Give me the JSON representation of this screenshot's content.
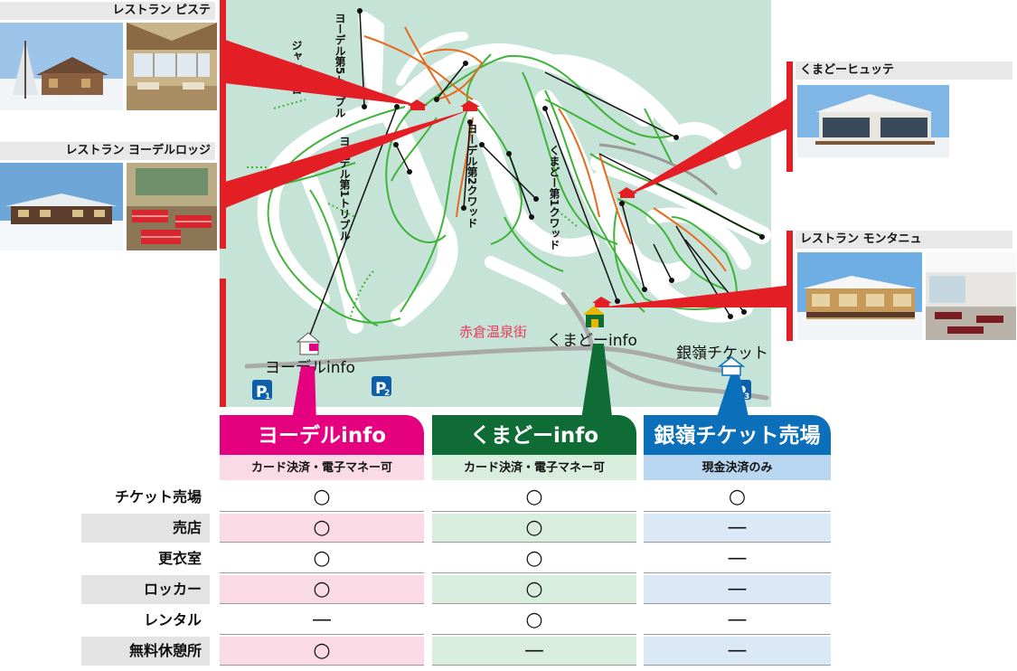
{
  "map": {
    "lifts": [
      {
        "name": "ヨーデル第5トリプル"
      },
      {
        "name": "ジャンプ台"
      },
      {
        "name": "ヨーデル第1トリプル"
      },
      {
        "name": "ヨーデル第2クワッド"
      },
      {
        "name": "くまどー第1クワッド"
      }
    ],
    "town": "赤倉温泉街",
    "places": {
      "yodel_info": "ヨーデルinfo",
      "kumado_info": "くまどーinfo",
      "ginrei_ticket": "銀嶺チケット"
    },
    "parking": [
      {
        "p": "P",
        "n": "1"
      },
      {
        "p": "P",
        "n": "2"
      },
      {
        "p": "P",
        "n": "3"
      }
    ]
  },
  "restaurants": {
    "piste": "レストラン ピステ",
    "yodel_lodge": "レストラン ヨーデルロッジ",
    "kumado_hutte": "くまどーヒュッテ",
    "montagne": "レストラン モンタニュ"
  },
  "counters": [
    {
      "title": "ヨーデルinfo",
      "payment": "カード決済・電子マネー可",
      "color": "#e4007f",
      "sub_bg": "#fadbe5"
    },
    {
      "title": "くまどーinfo",
      "payment": "カード決済・電子マネー可",
      "color": "#0e6c34",
      "sub_bg": "#d9eddf"
    },
    {
      "title": "銀嶺チケット売場",
      "payment": "現金決済のみ",
      "color": "#0c6fba",
      "sub_bg": "#b8d6f0"
    }
  ],
  "table": {
    "rows": [
      {
        "label": "チケット売場",
        "values": [
          "○",
          "○",
          "○"
        ]
      },
      {
        "label": "売店",
        "values": [
          "○",
          "○",
          "—"
        ]
      },
      {
        "label": "更衣室",
        "values": [
          "○",
          "○",
          "—"
        ]
      },
      {
        "label": "ロッカー",
        "values": [
          "○",
          "○",
          "—"
        ]
      },
      {
        "label": "レンタル",
        "values": [
          "—",
          "○",
          "—"
        ]
      },
      {
        "label": "無料休憩所",
        "values": [
          "○",
          "—",
          "—"
        ]
      }
    ]
  },
  "colors": {
    "map_bg": "#c6e3d8",
    "run_green": "#3fb33a",
    "run_orange": "#e66b1e",
    "accent_red": "#e31e24",
    "road": "#a9a9a9"
  },
  "icons": [
    "restaurant-icon",
    "info-building-icon",
    "parking-icon",
    "ticket-building-icon"
  ]
}
